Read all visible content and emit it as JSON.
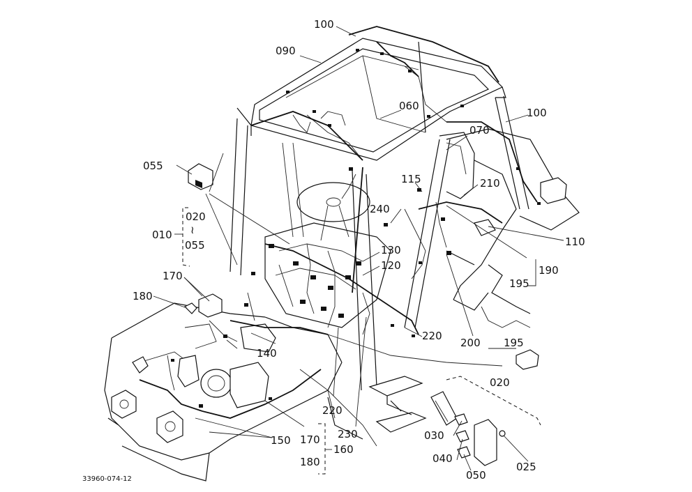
{
  "figure_code": "33960-074-12",
  "callouts": {
    "c100_top": "100",
    "c090": "090",
    "c060": "060",
    "c100_right": "100",
    "c070": "070",
    "c055_top": "055",
    "c115": "115",
    "c210": "210",
    "c240": "240",
    "c020_group": "020",
    "c010": "010",
    "c055_group": "055",
    "c110": "110",
    "c130": "130",
    "c190": "190",
    "c195_group": "195",
    "c120": "120",
    "c170_top": "170",
    "c180_top": "180",
    "c220_right": "220",
    "c200": "200",
    "c195_right": "195",
    "c140": "140",
    "c020_kit": "020",
    "c220_low": "220",
    "c230": "230",
    "c150": "150",
    "c170_low": "170",
    "c160": "160",
    "c180_low": "180",
    "c030": "030",
    "c040": "040",
    "c050": "050",
    "c025": "025"
  }
}
